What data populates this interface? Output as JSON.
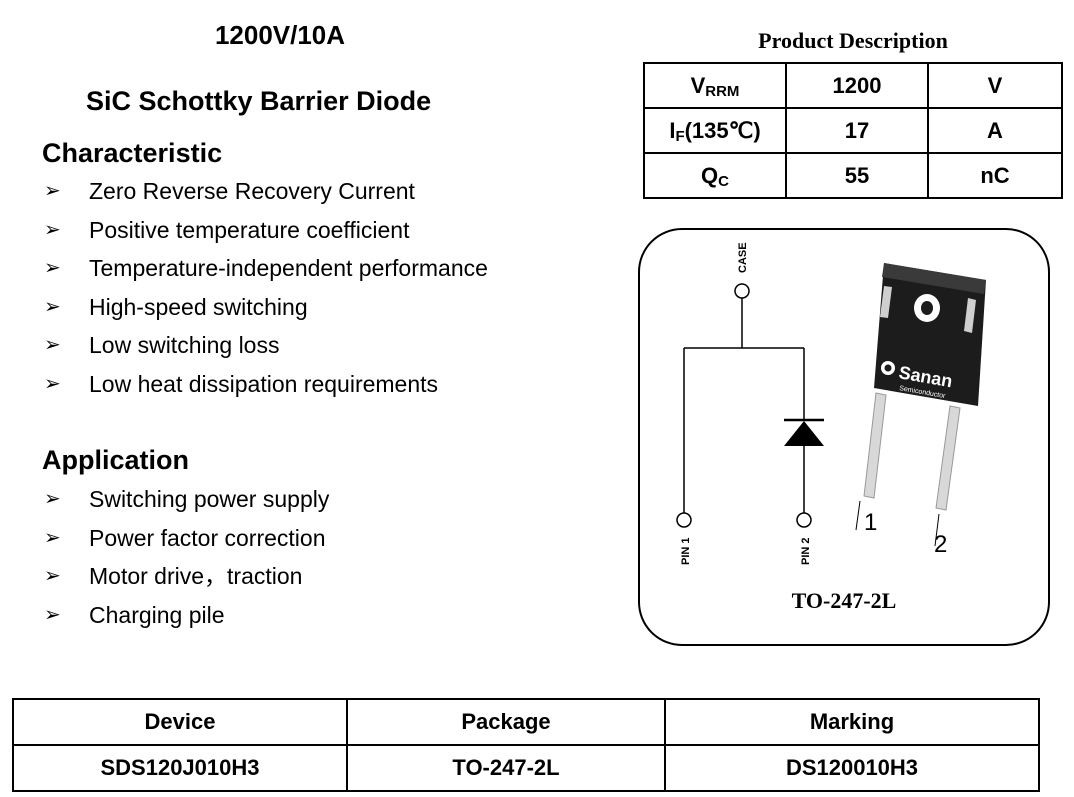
{
  "rating": "1200V/10A",
  "subtitle": "SiC Schottky Barrier Diode",
  "characteristic": {
    "heading": "Characteristic",
    "items": [
      "Zero Reverse Recovery Current",
      "Positive temperature coefficient",
      "Temperature-independent performance",
      "High-speed switching",
      "Low switching loss",
      "Low heat dissipation requirements"
    ]
  },
  "application": {
    "heading": "Application",
    "items": [
      "Switching power supply",
      "Power factor correction",
      "Motor drive，traction",
      "Charging pile"
    ]
  },
  "bullet_glyph": "➢",
  "product_description": {
    "title": "Product Description",
    "rows": [
      {
        "symbol": "V",
        "sub": "RRM",
        "suffix": "",
        "value": "1200",
        "unit": "V"
      },
      {
        "symbol": "I",
        "sub": "F",
        "suffix": "(135℃)",
        "value": "17",
        "unit": "A"
      },
      {
        "symbol": "Q",
        "sub": "C",
        "suffix": "",
        "value": "55",
        "unit": "nC"
      }
    ]
  },
  "package_diagram": {
    "case_label": "CASE",
    "pin1_label": "PIN 1",
    "pin2_label": "PIN 2",
    "lead1": "1",
    "lead2": "2",
    "brand": "Sanan",
    "brand_sub": "Semiconductor",
    "package_name": "TO-247-2L"
  },
  "device_table": {
    "headers": [
      "Device",
      "Package",
      "Marking"
    ],
    "row": [
      "SDS120J010H3",
      "TO-247-2L",
      "DS120010H3"
    ]
  }
}
